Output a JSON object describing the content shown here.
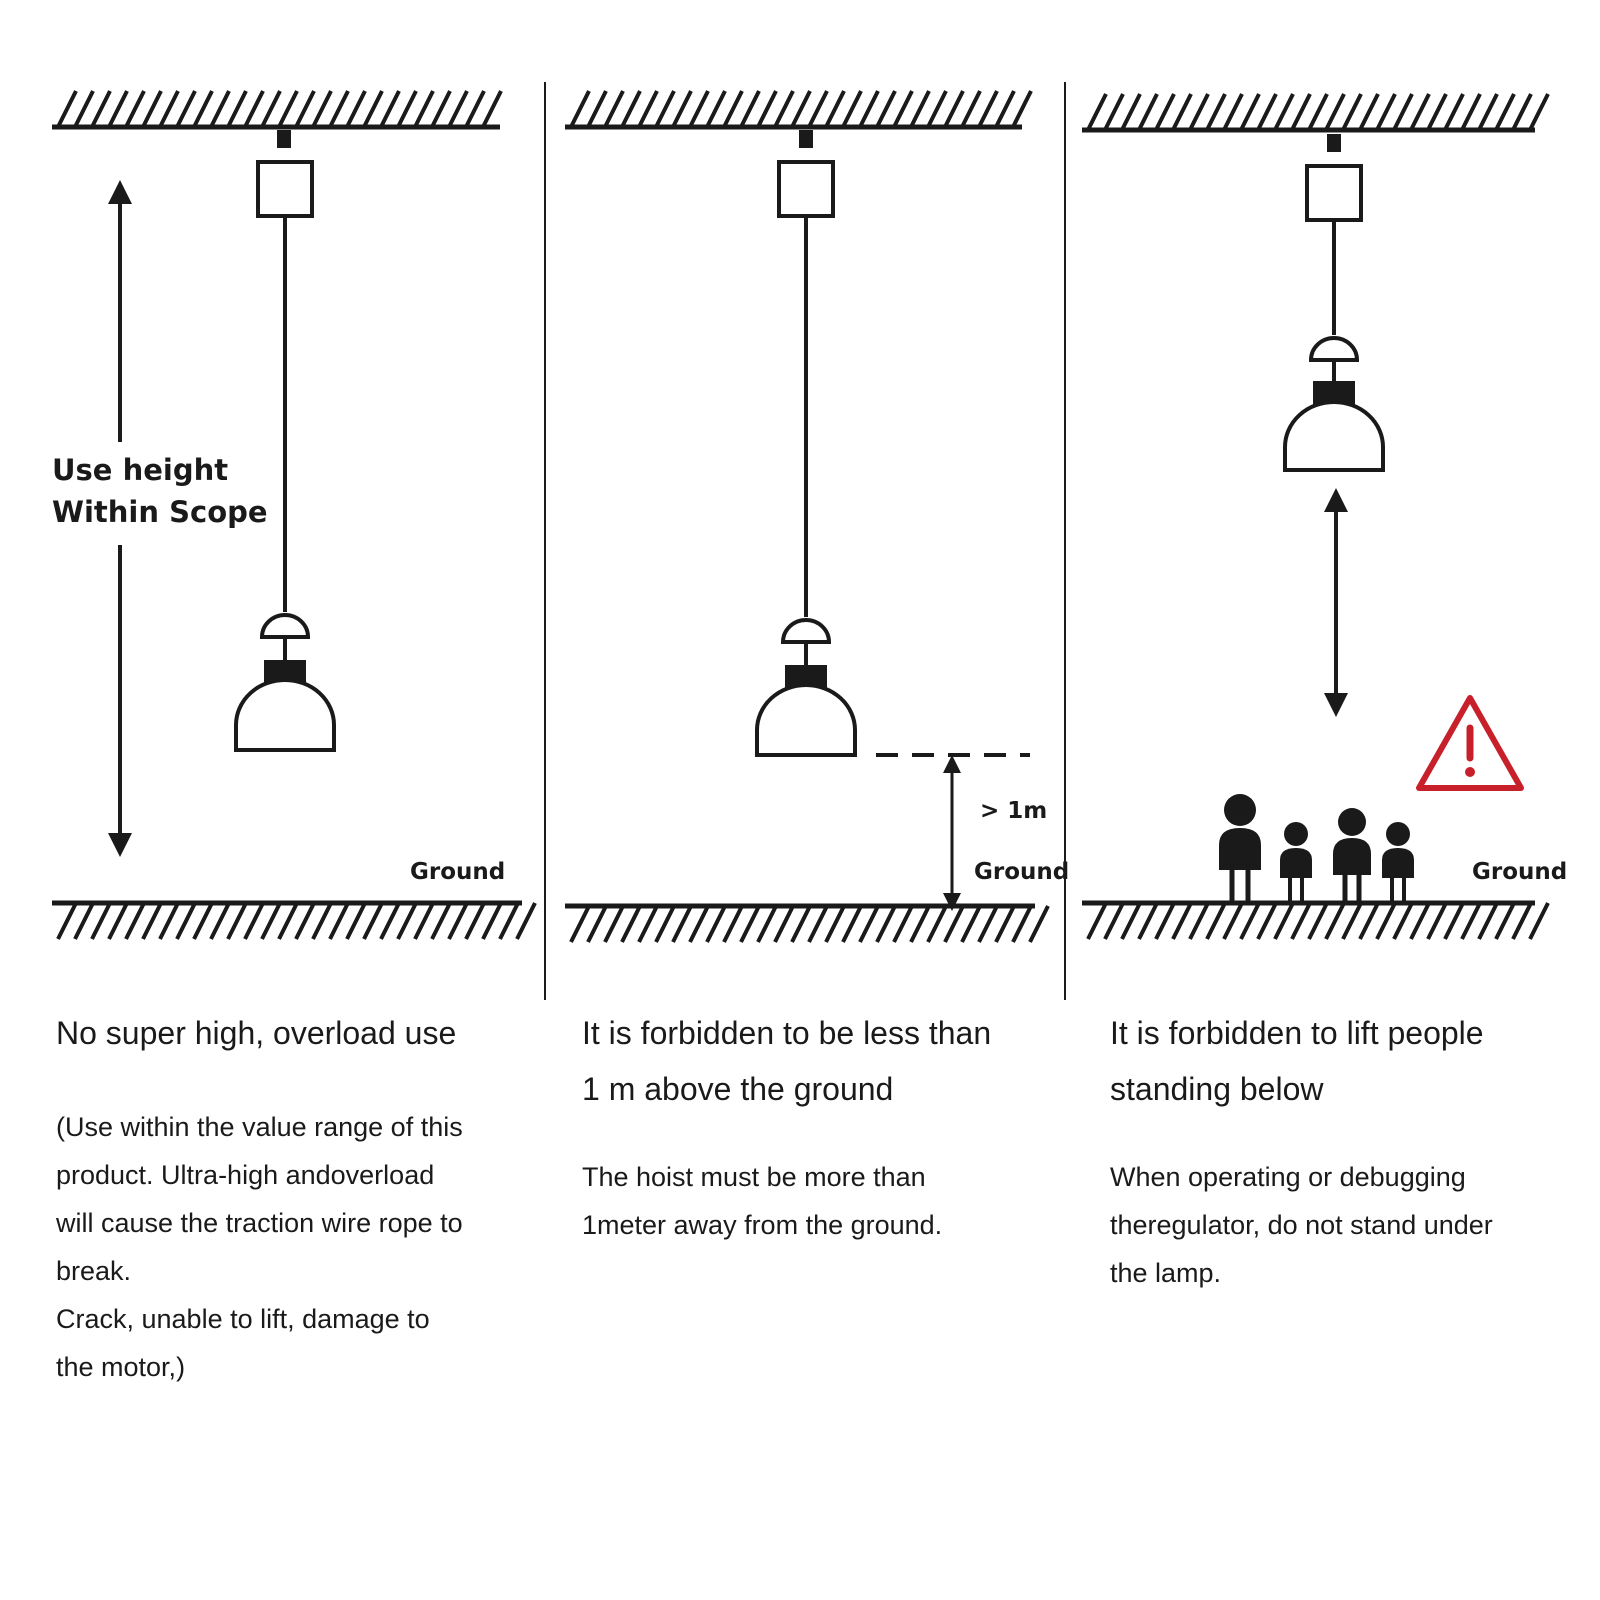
{
  "panels": [
    {
      "id": "panel-1",
      "height_label_line1": "Use height",
      "height_label_line2": "Within Scope",
      "ground_label": "Ground",
      "title": "No super high, overload use",
      "body_lines": [
        "(Use within the value range of this",
        "product. Ultra-high andoverload",
        "will cause the traction wire rope to",
        "break.",
        "Crack, unable to lift, damage to",
        "the motor,)"
      ]
    },
    {
      "id": "panel-2",
      "distance_label": "> 1m",
      "ground_label": "Ground",
      "title_lines": [
        "It is forbidden to be less than",
        "1 m above the ground"
      ],
      "body_lines": [
        "The hoist must be more than",
        "1meter away from the ground."
      ]
    },
    {
      "id": "panel-3",
      "ground_label": "Ground",
      "title_lines": [
        "It is forbidden to lift people",
        "standing below"
      ],
      "body_lines": [
        "When operating or debugging",
        "theregulator, do not stand under",
        "the lamp."
      ],
      "warning_icon": "warning-triangle-icon"
    }
  ],
  "colors": {
    "ink": "#1a1a1a",
    "warning": "#c8202a"
  }
}
